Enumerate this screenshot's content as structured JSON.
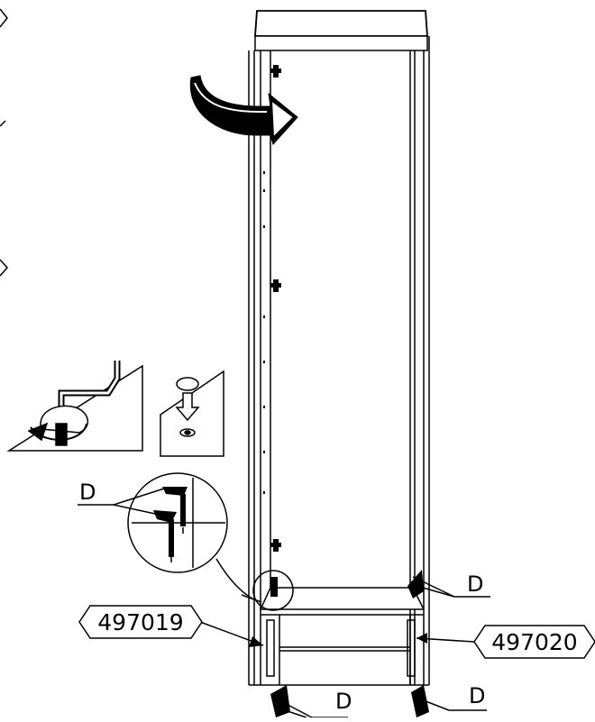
{
  "labels": {
    "fastener_letter": "D",
    "part_left": "497019",
    "part_right": "497020"
  },
  "icons": [
    "rotate-arrow-icon",
    "level-foot-adjust-icon",
    "cap-insert-icon",
    "magnifier-detail-icon"
  ],
  "colors": {
    "ink": "#000000",
    "paper": "#ffffff"
  }
}
